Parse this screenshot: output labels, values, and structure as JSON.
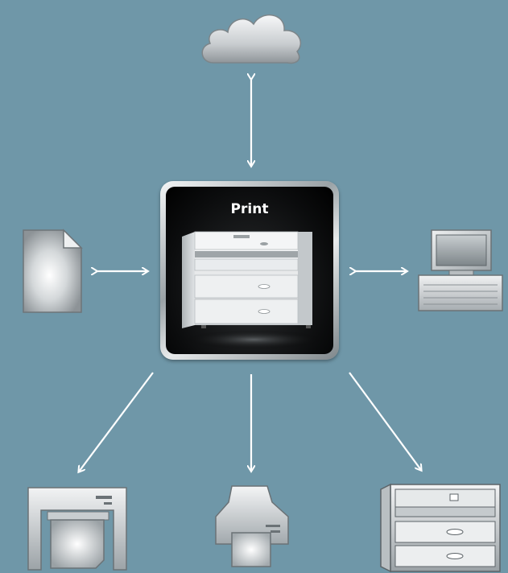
{
  "center": {
    "title": "Print",
    "device": "wide-format-printer-icon"
  },
  "nodes": [
    {
      "id": "cloud",
      "icon": "cloud-icon"
    },
    {
      "id": "document",
      "icon": "document-icon"
    },
    {
      "id": "computer",
      "icon": "computer-icon"
    },
    {
      "id": "plotter",
      "icon": "plotter-icon"
    },
    {
      "id": "desktop-printer",
      "icon": "desktop-printer-icon"
    },
    {
      "id": "printer-cabinet",
      "icon": "printer-cabinet-icon"
    }
  ],
  "colors": {
    "background": "#6f97a8",
    "arrow": "#ffffff",
    "tile_dark": "#000000"
  }
}
